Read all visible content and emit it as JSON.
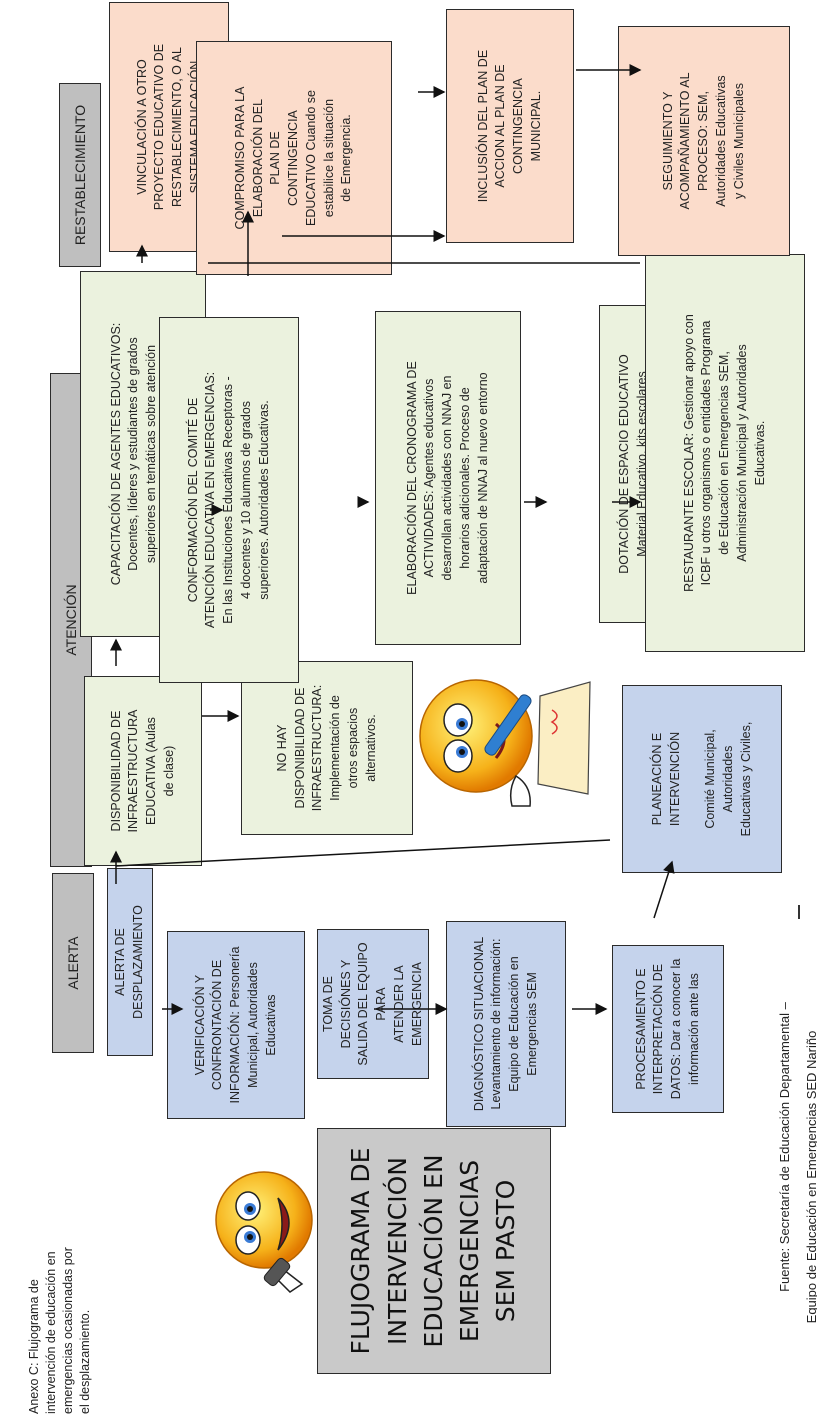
{
  "caption": "Anexo C: Flujograma de\nintervención de educación en\nemergencias ocasionadas por\nel desplazamiento.",
  "title": "FLUJOGRAMA DE\nINTERVENCIÓN\nEDUCACIÓN EN\nEMERGENCIAS\nSEM PASTO",
  "source_line1": "Fuente: Secretaría de Educación Departamental  –",
  "source_line2": "Equipo de Educación en Emergencias SED Nariño",
  "phases": {
    "alerta": "ALERTA",
    "atencion": "ATENCIÓN",
    "restablecimiento": "RESTABLECIMIENTO"
  },
  "boxes": {
    "alerta_desplazamiento": "ALERTA DE\nDESPLAZAMIENTO",
    "verificacion": "VERIFICACIÓN Y\nCONFRONTACIÓN  DE\nINFORMACIÓN: Personería\nMunicipal, Autoridades\nEducativas",
    "toma_decisiones": "TOMA DE DECISIÓNES Y\nSALIDA DEL EQUIPO PARA\nATENDER LA EMERGENCIA",
    "diagnostico": "DIAGNÓSTICO SITUACIONAL\nLevantamiento de información:\nEquipo de Educación en\nEmergencias SEM",
    "procesamiento": "PROCESAMIENTO E\nINTERPRETACIÓN DE\nDATOS: Dar a conocer la\ninformación ante las",
    "planeacion": "PLANEACIÓN E\nINTERVENCIÓN\n\nComité Municipal,\nAutoridades\nEducativas y Civiles,",
    "disponibilidad": "DISPONIBILIDAD DE\nINFRAESTRUCTURA\nEDUCATIVA  (Aulas\nde clase)",
    "no_disponibilidad": "NO HAY\nDISPONIBILIDAD DE\nINFRAESTRUCTURA:\nImplementación de\notros espacios\nalternativos.",
    "capacitacion": "CAPACITACIÓN DE AGENTES EDUCATIVOS:\nDocentes, líderes y estudiantes de grados\nsuperiores  en temáticas sobre atención\neducativa en Emergencias.",
    "conformacion": "CONFORMACIÓN  DEL COMITÉ DE\nATENCIÓN  EDUCATIVA EN EMERGENCIAS:\nEn las Instituciones Educativas Receptoras -\n4 docentes y 10 alumnos de grados\nsuperiores. Autoridades Educativas.",
    "cronograma": "ELABORACIÓN DEL CRONOGRAMA DE\nACTIVIDADES: Agentes educativos\ndesarrollan actividades con NNAJ en\nhorarios adicionales. Proceso de\nadaptación de NNAJ al nuevo entorno",
    "dotacion": "DOTACIÓN DE ESPACIO EDUCATIVO\nMaterial Educativo, kits escolares",
    "restaurante": "RESTAURANTE  ESCOLAR: Gestionar apoyo con\nICBF u otros organismos o entidades Programa\nde Educación en Emergencias SEM,\nAdministración Municipal y Autoridades\nEducativas.",
    "vinculacion": "VINCULACIÓN A OTRO\nPROYECTO EDUCATIVO DE\nRESTABLECIMIENTO, O AL\nSISTEMA EDUCACIÓN",
    "compromiso": "COMPROMISO PARA LA\nELABORACIÓN DEL\nPLAN DE\nCONTINGENCIA\nEDUCATIVO Cuando se\nestabilice la situación\nde Emergencia.",
    "inclusion": "INCLUSIÓN DEL PLAN DE\nACCION AL PLAN DE\nCONTINGENCIA\nMUNICIPAL.",
    "seguimiento": "SEGUIMIENTO Y\nACOMPAÑAMIENTO AL\nPROCESO: SEM,\nAutoridades Educativas\ny Civiles Municipales"
  }
}
